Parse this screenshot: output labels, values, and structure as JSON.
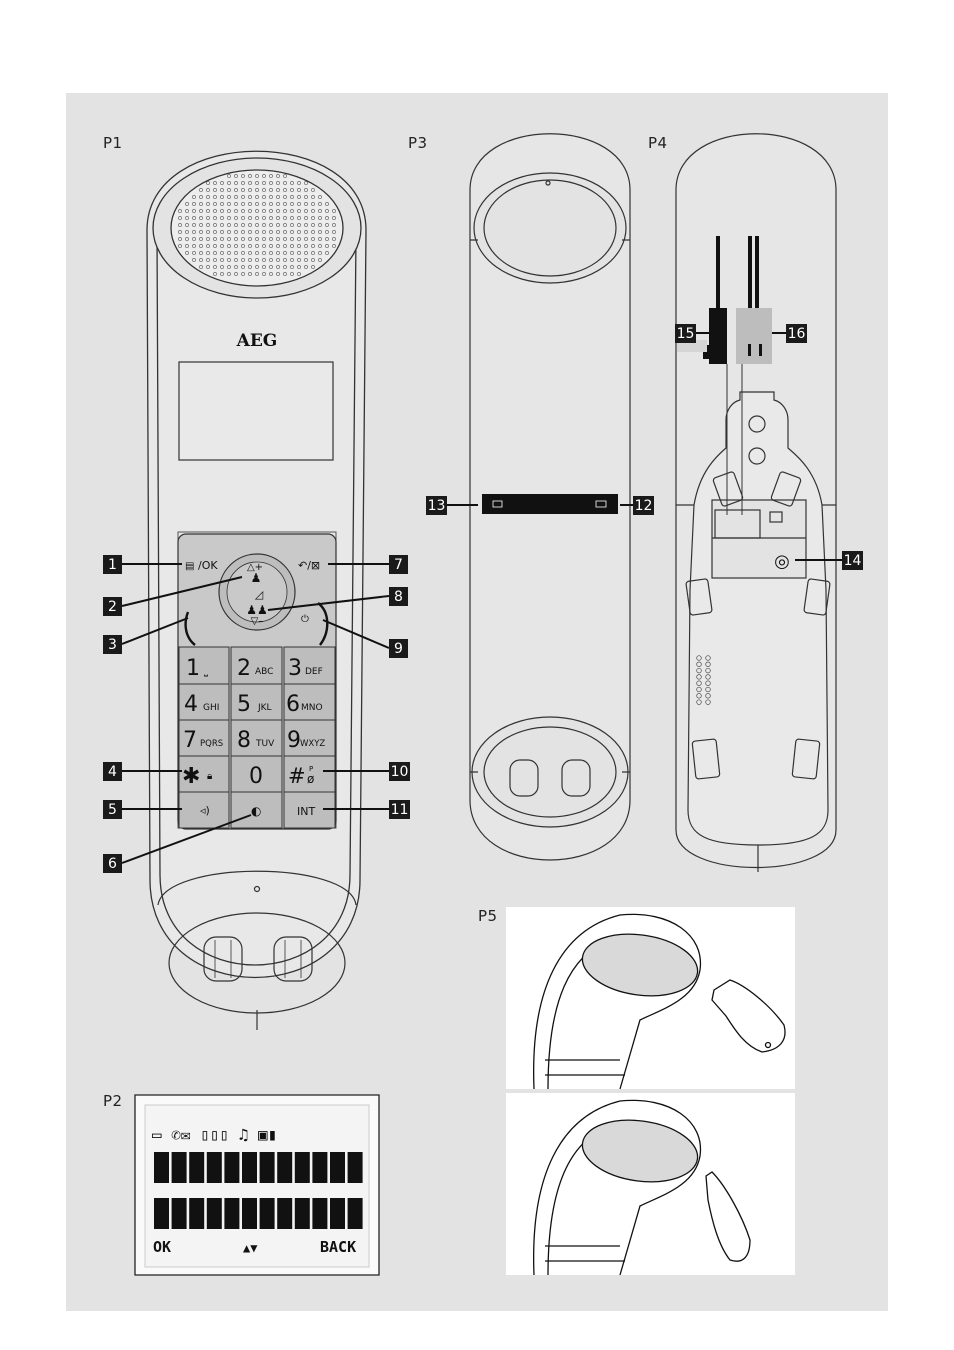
{
  "panels": {
    "p1": "P1",
    "p2": "P2",
    "p3": "P3",
    "p4": "P4",
    "p5": "P5"
  },
  "brand": "AEG",
  "callouts": [
    "1",
    "2",
    "3",
    "4",
    "5",
    "6",
    "7",
    "8",
    "9",
    "10",
    "11",
    "12",
    "13",
    "14",
    "15",
    "16"
  ],
  "keys": {
    "menu_ok": "/OK",
    "k1": "1",
    "k1_sub": "⎵",
    "k2": "2",
    "k2_sub": "ABC",
    "k3": "3",
    "k3_sub": "DEF",
    "k4": "4",
    "k4_sub": "GHI",
    "k5": "5",
    "k5_sub": "JKL",
    "k6": "6",
    "k6_sub": "MNO",
    "k7": "7",
    "k7_sub": "PQRS",
    "k8": "8",
    "k8_sub": "TUV",
    "k9": "9",
    "k9_sub": "WXYZ",
    "star": "✱",
    "k0": "0",
    "hash": "#",
    "pause": "P",
    "int": "INT"
  },
  "lcd": {
    "ok": "OK",
    "nav": "▲▼",
    "back": "BACK"
  },
  "colors": {
    "background": "#e3e3e3",
    "outline": "#333333",
    "keypad": "#c9c9c9",
    "callout": "#1a1a1a"
  }
}
